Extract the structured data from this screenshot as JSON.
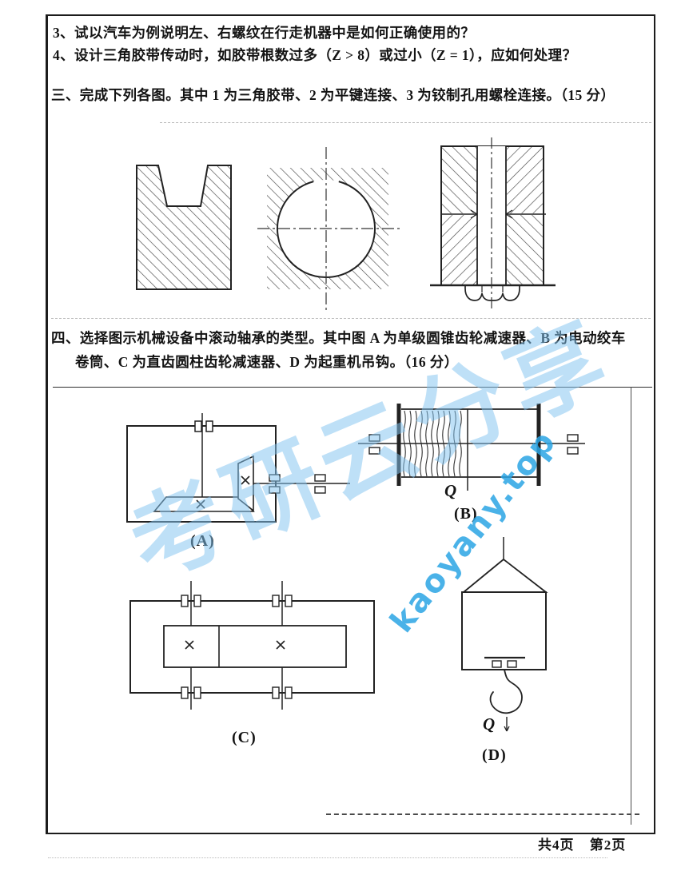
{
  "questions": {
    "q3": "3、试以汽车为例说明左、右螺纹在行走机器中是如何正确使用的？",
    "q4": "4、设计三角胶带传动时，如胶带根数过多（Z > 8）或过小（Z = 1），应如何处理？"
  },
  "section_three": {
    "heading": "三、完成下列各图。其中 1 为三角胶带、2 为平键连接、3 为铰制孔用螺栓连接。（15 分）"
  },
  "section_four": {
    "heading_line1": "四、选择图示机械设备中滚动轴承的类型。其中图 A 为单级圆锥齿轮减速器、B 为电动绞车",
    "heading_line2": "卷筒、C 为直齿圆柱齿轮减速器、D 为起重机吊钩。（16 分）",
    "diagrams": [
      {
        "label": "(A)"
      },
      {
        "label": "(B)",
        "load": "Q"
      },
      {
        "label": "(C)"
      },
      {
        "label": "(D)",
        "load": "Q"
      }
    ]
  },
  "watermark": {
    "brand_cn": "考研云分享",
    "brand_site": "kaoyany.top",
    "color_cn": "#82c4f0",
    "color_site": "#2aa5e4"
  },
  "footer": {
    "total": "共4页",
    "current": "第2页"
  }
}
